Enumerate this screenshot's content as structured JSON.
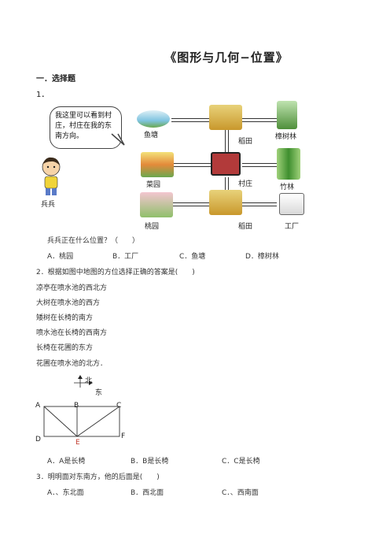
{
  "title": "《图形与几何−位置》",
  "section": "一．选择题",
  "q1": {
    "number": "1．",
    "bubble": "我这里可以看到村庄，村庄在我的东南方向。",
    "person": "兵兵",
    "places": {
      "pond": "鱼塘",
      "rice_top": "稻田",
      "camphor": "樟树林",
      "garden": "菜园",
      "village": "村庄",
      "bamboo": "竹林",
      "peach": "桃园",
      "rice_bottom": "稻田",
      "factory": "工厂"
    },
    "question": "兵兵正在什么位置？（　　）",
    "options": [
      "A．桃园",
      "B．工厂",
      "C．鱼塘",
      "D．樟树林"
    ]
  },
  "q2": {
    "question": "2．根据如图中地图的方位选择正确的答案是(　　)",
    "lines": [
      "凉亭在喷水池的西北方",
      "大树在喷水池的西方",
      "矮树在长椅的南方",
      "喷水池在长椅的西南方",
      "长椅在花圃的东方",
      "花圃在喷水池的北方．"
    ],
    "compass": {
      "north": "北",
      "east": "东"
    },
    "points": {
      "A": "A",
      "B": "B",
      "C": "C",
      "D": "D",
      "E": "E",
      "F": "F"
    },
    "options": [
      "A．A是长椅",
      "B．B是长椅",
      "C．C是长椅"
    ]
  },
  "q3": {
    "question": "3．明明面对东南方，他的后面是(　　)",
    "options": [
      "A．、东北面",
      "B．西北面",
      "C．、西南面"
    ]
  },
  "colors": {
    "accent_e": "#c0392b"
  }
}
